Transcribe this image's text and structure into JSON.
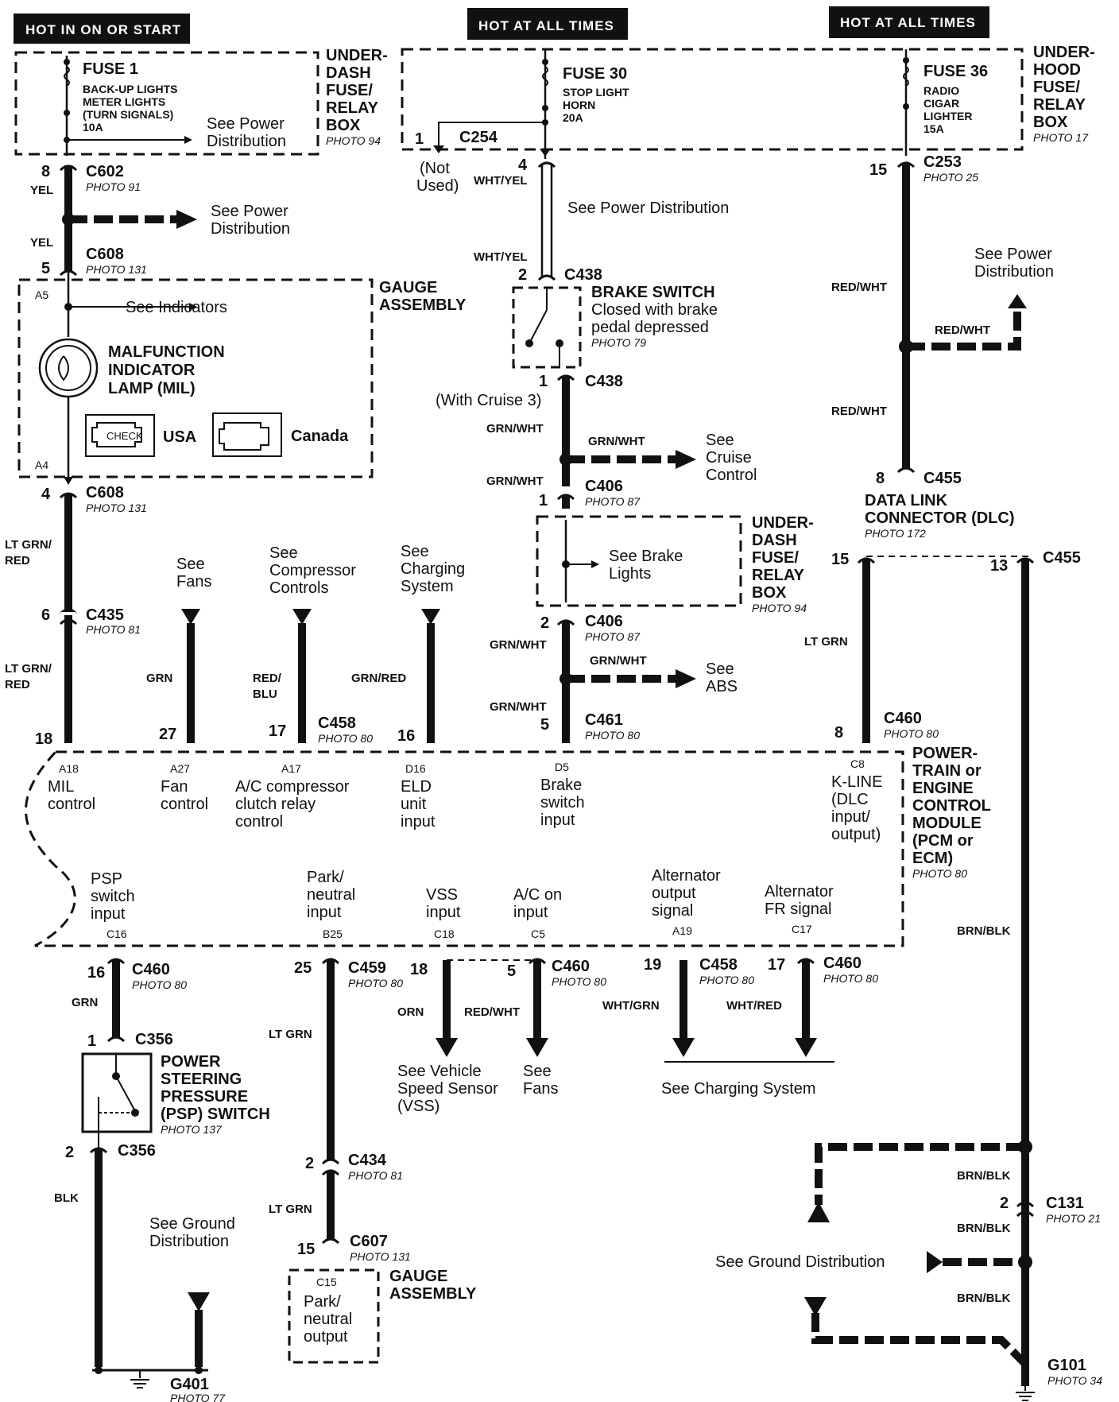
{
  "headers": {
    "h1": "HOT IN ON OR START",
    "h2": "HOT AT ALL TIMES",
    "h3": "HOT AT ALL TIMES"
  },
  "underdash1": {
    "fuse": "FUSE 1",
    "l1": "BACK-UP LIGHTS",
    "l2": "METER LIGHTS",
    "l3": "(TURN SIGNALS)",
    "amp": "10A",
    "see": "See Power",
    "see2": "Distribution",
    "t1": "UNDER-",
    "t2": "DASH",
    "t3": "FUSE/",
    "t4": "RELAY",
    "t5": "BOX",
    "photo": "PHOTO 94"
  },
  "underdash2": {
    "fuse": "FUSE 30",
    "l1": "STOP LIGHT",
    "l2": "HORN",
    "amp": "20A",
    "pin": "1",
    "conn": "C254",
    "nu1": "(Not",
    "nu2": "Used)"
  },
  "underhood": {
    "fuse": "FUSE 36",
    "l1": "RADIO",
    "l2": "CIGAR",
    "l3": "LIGHTER",
    "amp": "15A",
    "t1": "UNDER-",
    "t2": "HOOD",
    "t3": "FUSE/",
    "t4": "RELAY",
    "t5": "BOX",
    "photo": "PHOTO 17"
  },
  "left": {
    "p8": "8",
    "c602": "C602",
    "ph91": "PHOTO 91",
    "yel1": "YEL",
    "seepd1": "See Power",
    "seepd2": "Distribution",
    "yel2": "YEL",
    "c608a": "C608",
    "p5": "5",
    "ph131a": "PHOTO 131",
    "gauge1": "GAUGE",
    "gauge2": "ASSEMBLY",
    "a5": "A5",
    "seeind": "See Indicators",
    "mil1": "MALFUNCTION",
    "mil2": "INDICATOR",
    "mil3": "LAMP (MIL)",
    "check": "CHECK",
    "usa": "USA",
    "canada": "Canada",
    "a4": "A4",
    "p4": "4",
    "c608b": "C608",
    "ph131b": "PHOTO 131",
    "ltgrn1": "LT GRN/",
    "red1": "RED",
    "p6": "6",
    "c435": "C435",
    "ph81": "PHOTO 81",
    "ltgrn2": "LT GRN/",
    "red2": "RED",
    "p18": "18"
  },
  "mid": {
    "fans1": "See",
    "fans2": "Fans",
    "grn": "GRN",
    "p27": "27",
    "comp1": "See",
    "comp2": "Compressor",
    "comp3": "Controls",
    "redblu1": "RED/",
    "redblu2": "BLU",
    "p17": "17",
    "c458": "C458",
    "ph80a": "PHOTO 80",
    "chg1": "See",
    "chg2": "Charging",
    "chg3": "System",
    "grnred": "GRN/RED",
    "p16": "16"
  },
  "brake": {
    "p4": "4",
    "whtyel1": "WHT/YEL",
    "seepd": "See Power Distribution",
    "whtyel2": "WHT/YEL",
    "p2": "2",
    "c438": "C438",
    "t1": "BRAKE SWITCH",
    "t2": "Closed with brake",
    "t3": "pedal depressed",
    "ph79": "PHOTO 79",
    "p1": "1",
    "c438b": "C438",
    "cruise3": "(With Cruise 3)",
    "grnwht1": "GRN/WHT",
    "grnwht2": "GRN/WHT",
    "seecc1": "See",
    "seecc2": "Cruise",
    "seecc3": "Control",
    "grnwht3": "GRN/WHT",
    "c406": "C406",
    "ph87": "PHOTO 87",
    "p1b": "1",
    "seebl1": "See Brake",
    "seebl2": "Lights",
    "ud1": "UNDER-",
    "ud2": "DASH",
    "ud3": "FUSE/",
    "ud4": "RELAY",
    "ud5": "BOX",
    "ph94": "PHOTO 94",
    "p2b": "2",
    "c406b": "C406",
    "ph87b": "PHOTO 87",
    "grnwht4": "GRN/WHT",
    "grnwht5": "GRN/WHT",
    "seeabs1": "See",
    "seeabs2": "ABS",
    "grnwht6": "GRN/WHT",
    "p5": "5",
    "c461": "C461",
    "ph80": "PHOTO 80"
  },
  "right": {
    "p15": "15",
    "c253": "C253",
    "ph25": "PHOTO 25",
    "redwht1": "RED/WHT",
    "seepd1": "See Power",
    "seepd2": "Distribution",
    "redwht2": "RED/WHT",
    "redwht3": "RED/WHT",
    "p8": "8",
    "c455": "C455",
    "dlc1": "DATA LINK",
    "dlc2": "CONNECTOR (DLC)",
    "ph172": "PHOTO 172",
    "p15b": "15",
    "p13": "13",
    "c455b": "C455",
    "ltgrn": "LT GRN",
    "p8b": "8",
    "c460": "C460",
    "ph80": "PHOTO 80"
  },
  "pcm": {
    "a18": "A18",
    "a18a": "MIL",
    "a18b": "control",
    "a27": "A27",
    "a27a": "Fan",
    "a27b": "control",
    "a17": "A17",
    "a17a": "A/C compressor",
    "a17b": "clutch relay",
    "a17c": "control",
    "d16": "D16",
    "d16a": "ELD",
    "d16b": "unit",
    "d16c": "input",
    "d5": "D5",
    "d5a": "Brake",
    "d5b": "switch",
    "d5c": "input",
    "c8": "C8",
    "c8a": "K-LINE",
    "c8b": "(DLC",
    "c8c": "input/",
    "c8d": "output)",
    "t1": "POWER-",
    "t2": "TRAIN or",
    "t3": "ENGINE",
    "t4": "CONTROL",
    "t5": "MODULE",
    "t6": "(PCM or",
    "t7": "ECM)",
    "ph80": "PHOTO 80",
    "psp1": "PSP",
    "psp2": "switch",
    "psp3": "input",
    "c16": "C16",
    "pn1": "Park/",
    "pn2": "neutral",
    "pn3": "input",
    "b25": "B25",
    "vss1": "VSS",
    "vss2": "input",
    "c18": "C18",
    "ac1": "A/C on",
    "ac2": "input",
    "c5": "C5",
    "alt1": "Alternator",
    "alt2": "output",
    "alt3": "signal",
    "a19": "A19",
    "fr1": "Alternator",
    "fr2": "FR signal",
    "c17": "C17"
  },
  "bottom": {
    "p16": "16",
    "c460a": "C460",
    "ph80a": "PHOTO 80",
    "grn": "GRN",
    "p1": "1",
    "c356a": "C356",
    "psp1": "POWER",
    "psp2": "STEERING",
    "psp3": "PRESSURE",
    "psp4": "(PSP) SWITCH",
    "ph137": "PHOTO 137",
    "p2": "2",
    "c356b": "C356",
    "blk": "BLK",
    "seegd1": "See Ground",
    "seegd2": "Distribution",
    "g401": "G401",
    "ph77": "PHOTO 77",
    "p25": "25",
    "c459": "C459",
    "ph80b": "PHOTO 80",
    "ltgrn1": "LT GRN",
    "p2b": "2",
    "c434": "C434",
    "ph81": "PHOTO 81",
    "ltgrn2": "LT GRN",
    "p15": "15",
    "c607": "C607",
    "ph131": "PHOTO 131",
    "c15": "C15",
    "pno1": "Park/",
    "pno2": "neutral",
    "pno3": "output",
    "ga1": "GAUGE",
    "ga2": "ASSEMBLY",
    "p18": "18",
    "orn": "ORN",
    "vss1": "See Vehicle",
    "vss2": "Speed Sensor",
    "vss3": "(VSS)",
    "p5": "5",
    "c460b": "C460",
    "ph80c": "PHOTO 80",
    "redwht": "RED/WHT",
    "fans1": "See",
    "fans2": "Fans",
    "p19": "19",
    "c458": "C458",
    "ph80d": "PHOTO 80",
    "whtgrn": "WHT/GRN",
    "p17": "17",
    "c460c": "C460",
    "ph80e": "PHOTO 80",
    "whtred": "WHT/RED",
    "seechg": "See Charging System",
    "brnblk1": "BRN/BLK",
    "brnblk2": "BRN/BLK",
    "p2c": "2",
    "c131": "C131",
    "ph21": "PHOTO 21",
    "brnblk3": "BRN/BLK",
    "seegd": "See Ground Distribution",
    "brnblk4": "BRN/BLK",
    "g101": "G101",
    "ph34": "PHOTO 34"
  }
}
